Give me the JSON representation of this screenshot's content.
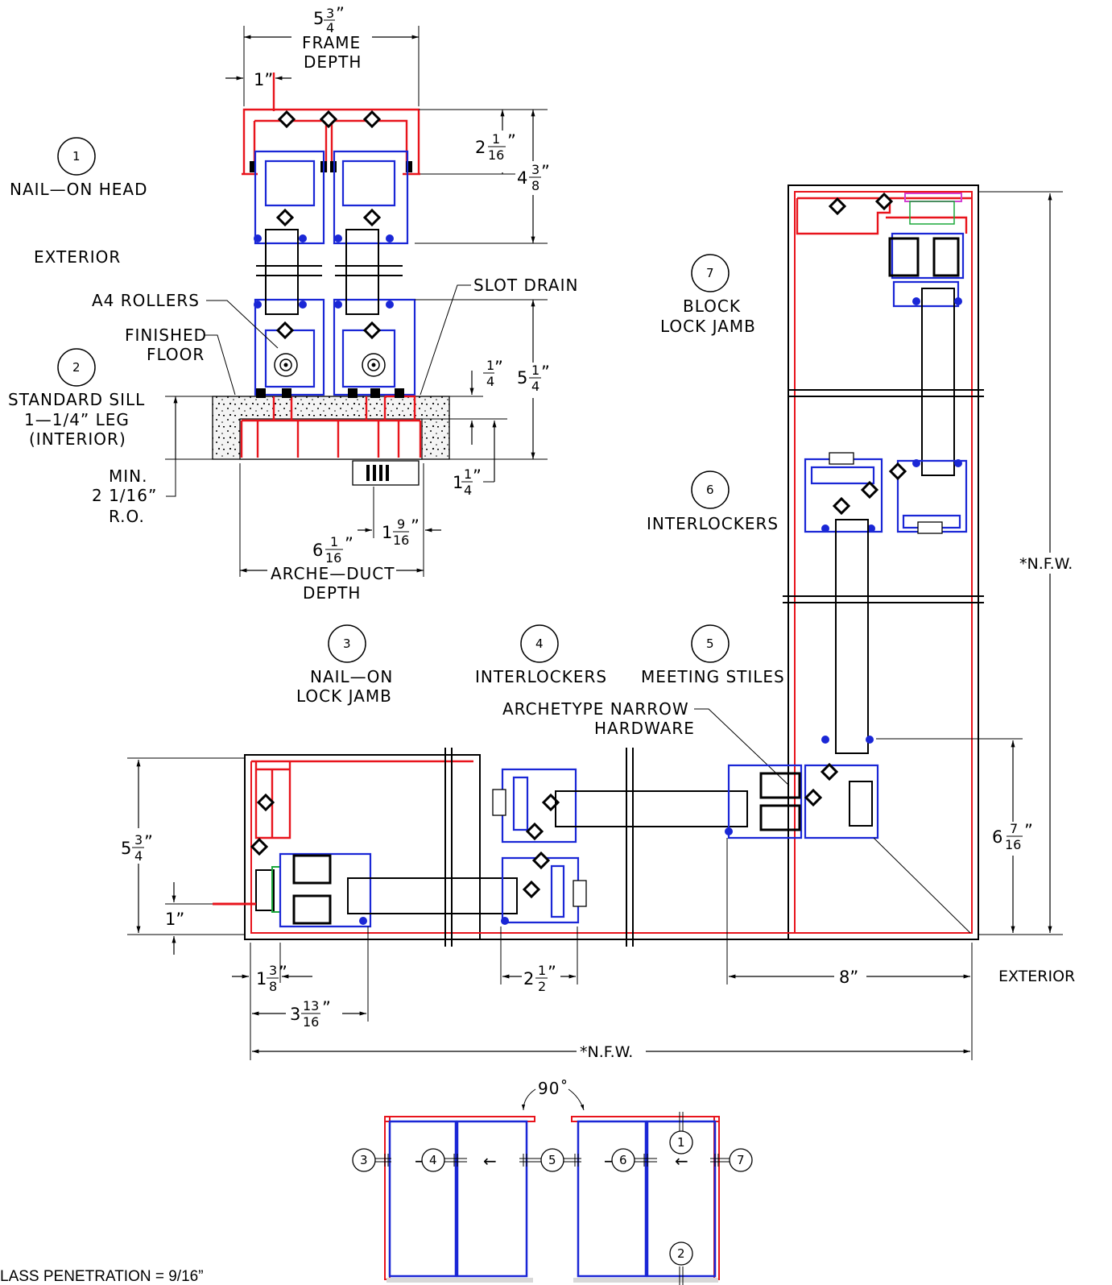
{
  "labels": {
    "frame_depth_whole": "5",
    "frame_depth_num": "3",
    "frame_depth_den": "4",
    "frame_depth_mark": "”",
    "frame_depth_l1": "FRAME",
    "frame_depth_l2": "DEPTH",
    "one_inch_top": "1”",
    "nail_on_head": "NAIL—ON HEAD",
    "exterior_top": "EXTERIOR",
    "a4_rollers": "A4 ROLLERS",
    "finished_l1": "FINISHED",
    "finished_l2": "FLOOR",
    "standard_sill_l1": "STANDARD SILL",
    "standard_sill_l2": "1—1/4” LEG",
    "standard_sill_l3": "(INTERIOR)",
    "min_l1": "MIN.",
    "min_l2": "2 1/16”",
    "min_l3": "R.O.",
    "slot_drain": "SLOT DRAIN",
    "arche_l1": "ARCHE—DUCT",
    "arche_l2": "DEPTH",
    "block_l1": "BLOCK",
    "block_l2": "LOCK JAMB",
    "interlockers_6": "INTERLOCKERS",
    "nfw_right": "*N.F.W.",
    "nail_on_lock_l1": "NAIL—ON",
    "nail_on_lock_l2": "LOCK JAMB",
    "interlockers_4": "INTERLOCKERS",
    "meeting_stiles": "MEETING STILES",
    "archetype_l1": "ARCHETYPE NARROW",
    "archetype_l2": "HARDWARE",
    "one_inch_bottom": "1”",
    "eight": "8”",
    "exterior_bottom": "EXTERIOR",
    "nfw_bottom": "*N.F.W.",
    "ninety": "90˚",
    "glass_note": "LASS PENETRATION = 9/16”"
  },
  "dims": {
    "d_2_1_16": {
      "w": "2",
      "n": "1",
      "d": "16",
      "m": "”"
    },
    "d_4_3_8": {
      "w": "4",
      "n": "3",
      "d": "8",
      "m": "”"
    },
    "d_1_4": {
      "n": "1",
      "d": "4",
      "m": "”"
    },
    "d_5_1_4": {
      "w": "5",
      "n": "1",
      "d": "4",
      "m": "”"
    },
    "d_1_1_4": {
      "w": "1",
      "n": "1",
      "d": "4",
      "m": "”"
    },
    "d_1_9_16": {
      "w": "1",
      "n": "9",
      "d": "16",
      "m": "”"
    },
    "d_6_1_16": {
      "w": "6",
      "n": "1",
      "d": "16",
      "m": "”"
    },
    "d_5_3_4": {
      "w": "5",
      "n": "3",
      "d": "4",
      "m": "”"
    },
    "d_1_3_8": {
      "w": "1",
      "n": "3",
      "d": "8",
      "m": "”"
    },
    "d_2_1_2": {
      "w": "2",
      "n": "1",
      "d": "2",
      "m": "”"
    },
    "d_3_13_16": {
      "w": "3",
      "n": "13",
      "d": "16",
      "m": "”"
    },
    "d_6_7_16": {
      "w": "6",
      "n": "7",
      "d": "16",
      "m": "”"
    }
  },
  "bubbles": {
    "b1": "1",
    "b2": "2",
    "b3": "3",
    "b4": "4",
    "b5": "5",
    "b6": "6",
    "b7": "7"
  },
  "plan": {
    "arrow_right": "→",
    "arrow_left": "←"
  },
  "colors": {
    "frame_red": "#e8141c",
    "panel_blue": "#1a27d6",
    "line_black": "#000000"
  }
}
